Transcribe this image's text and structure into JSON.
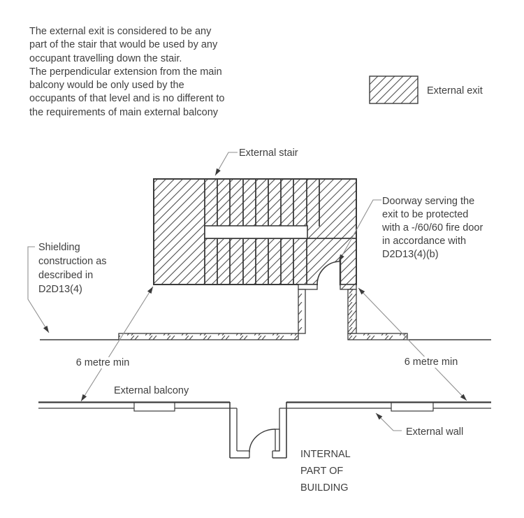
{
  "colors": {
    "background": "#ffffff",
    "line": "#3b3b3b",
    "hatch": "#4a4a4a",
    "leader": "#8f8f8f",
    "text": "#3f3f3f"
  },
  "intro_note": "The external exit is considered to be any\npart of the stair that would be used by any\noccupant travelling down the stair.\nThe perpendicular extension from the main\nbalcony would be only used by the\noccupants of that level and is no different to\nthe requirements of main external balcony",
  "legend": {
    "swatch": "diagonal-hatch",
    "label": "External exit"
  },
  "diagram": {
    "labels": {
      "external_stair": "External stair",
      "doorway_note": "Doorway serving the\nexit to be protected\nwith a -/60/60 fire door\nin accordance with\nD2D13(4)(b)",
      "shielding_note": "Shielding\nconstruction as\ndescribed in\nD2D13(4)",
      "distance_left": "6 metre min",
      "distance_right": "6 metre min",
      "external_balcony": "External balcony",
      "external_wall": "External wall",
      "internal_part": "INTERNAL\nPART OF\nBUILDING"
    }
  }
}
